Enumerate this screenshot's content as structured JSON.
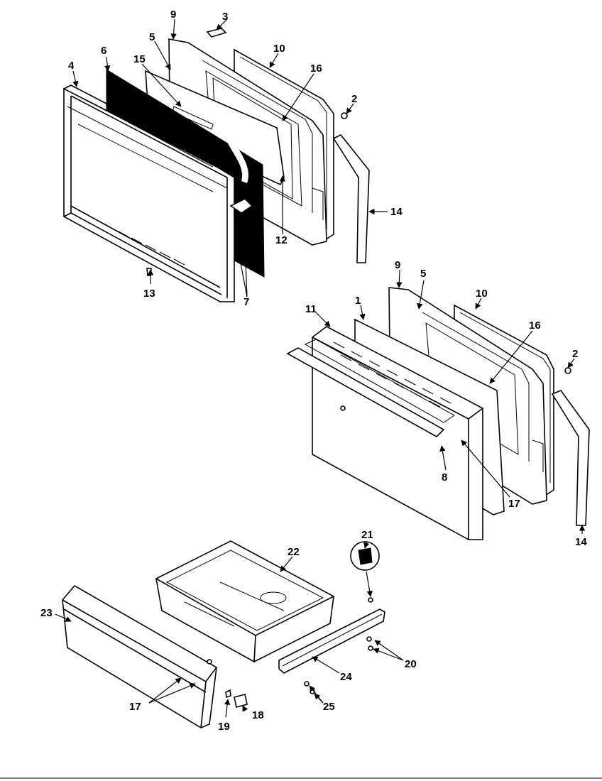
{
  "diagram": {
    "callouts": {
      "c1": "1",
      "c2a": "2",
      "c2b": "2",
      "c3": "3",
      "c4": "4",
      "c5a": "5",
      "c5b": "5",
      "c6": "6",
      "c7": "7",
      "c8": "8",
      "c9a": "9",
      "c9b": "9",
      "c10a": "10",
      "c10b": "10",
      "c11": "11",
      "c12": "12",
      "c13": "13",
      "c14a": "14",
      "c14b": "14",
      "c15": "15",
      "c16a": "16",
      "c16b": "16",
      "c17a": "17",
      "c17b": "17",
      "c18": "18",
      "c19": "19",
      "c20": "20",
      "c21": "21",
      "c22": "22",
      "c23": "23",
      "c24": "24",
      "c25": "25"
    }
  }
}
